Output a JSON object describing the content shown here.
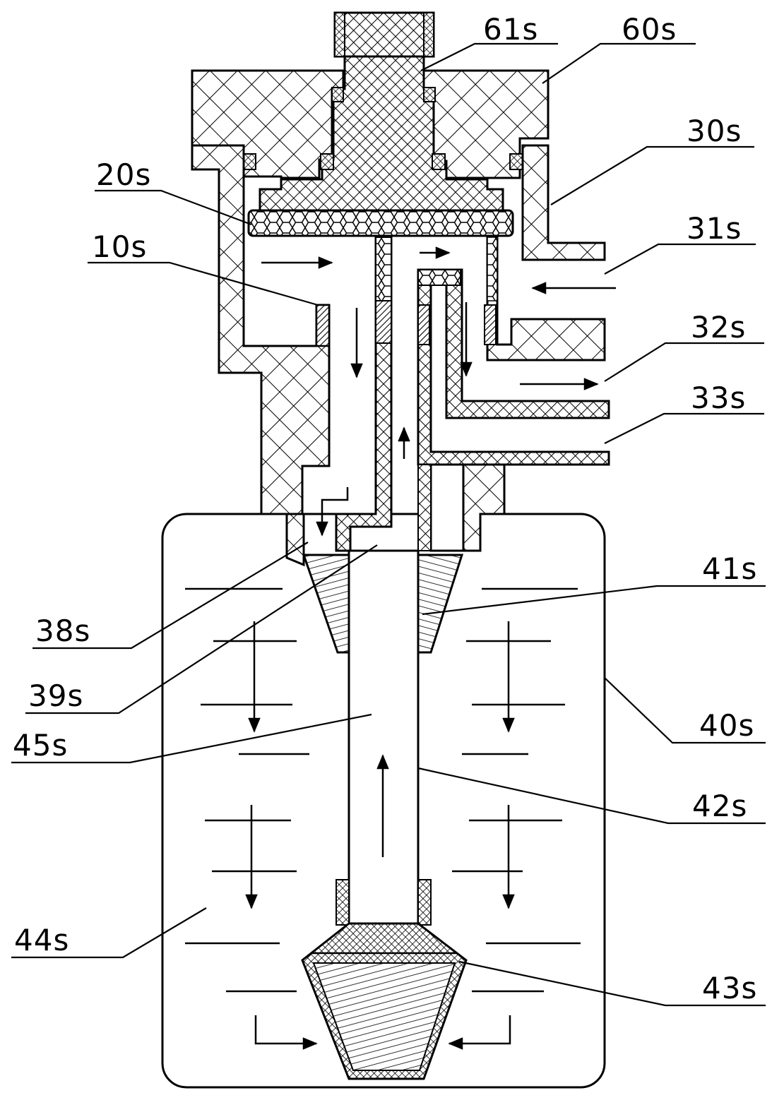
{
  "labels": {
    "l61": "61s",
    "l60": "60s",
    "l30": "30s",
    "l20": "20s",
    "l31": "31s",
    "l10": "10s",
    "l32": "32s",
    "l33": "33s",
    "l41": "41s",
    "l38": "38s",
    "l39": "39s",
    "l40": "40s",
    "l45": "45s",
    "l42": "42s",
    "l44": "44s",
    "l43": "43s"
  }
}
